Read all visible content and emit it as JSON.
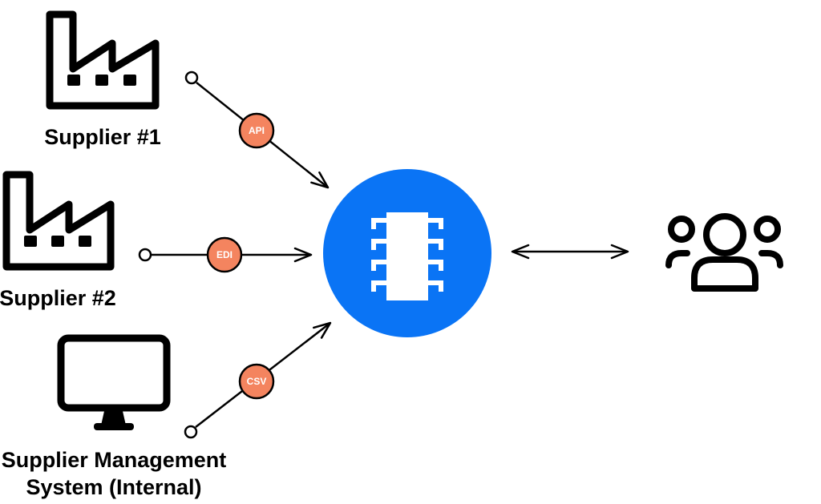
{
  "colors": {
    "hub": "#0a74f5",
    "badge": "#f4845f",
    "stroke": "#000000",
    "chip": "#ffffff"
  },
  "nodes": {
    "supplier_1": {
      "label": "Supplier #1",
      "icon": "factory-icon"
    },
    "supplier_2": {
      "label": "Supplier #2",
      "icon": "factory-icon"
    },
    "internal_system": {
      "label_line_1": "Supplier Management",
      "label_line_2": "System (Internal)",
      "icon": "monitor-icon"
    },
    "hub": {
      "icon": "chip-icon"
    },
    "users": {
      "icon": "users-icon"
    }
  },
  "connections": {
    "supplier_1": {
      "badge": "API"
    },
    "supplier_2": {
      "badge": "EDI"
    },
    "internal_system": {
      "badge": "CSV"
    },
    "hub_users": {
      "direction": "bidirectional"
    }
  }
}
